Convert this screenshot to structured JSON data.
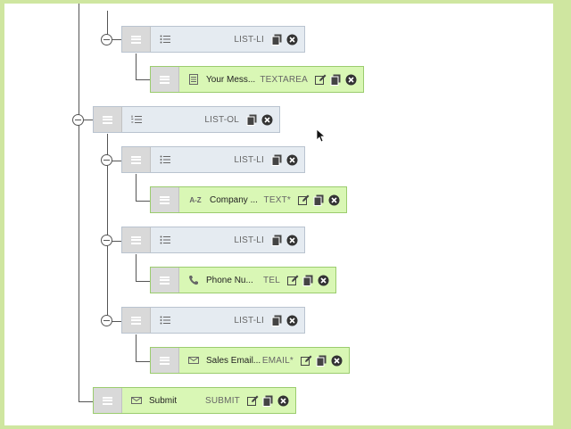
{
  "nodes": [
    {
      "kind": "LIST-LI",
      "label": "",
      "icon": "bullet-list-icon",
      "kind_class": "list"
    },
    {
      "kind": "TEXTAREA",
      "label": "Your Mess...",
      "icon": "textarea-icon",
      "kind_class": "field"
    },
    {
      "kind": "LIST-OL",
      "label": "",
      "icon": "ordered-list-icon",
      "kind_class": "list"
    },
    {
      "kind": "LIST-LI",
      "label": "",
      "icon": "bullet-list-icon",
      "kind_class": "list"
    },
    {
      "kind": "TEXT*",
      "label": "Company ...",
      "icon": "text-az-icon",
      "kind_class": "field",
      "icon_text": "A-Z"
    },
    {
      "kind": "LIST-LI",
      "label": "",
      "icon": "bullet-list-icon",
      "kind_class": "list"
    },
    {
      "kind": "TEL",
      "label": "Phone Nu...",
      "icon": "phone-icon",
      "kind_class": "field"
    },
    {
      "kind": "LIST-LI",
      "label": "",
      "icon": "bullet-list-icon",
      "kind_class": "list"
    },
    {
      "kind": "EMAIL*",
      "label": "Sales Email...",
      "icon": "envelope-icon",
      "kind_class": "field"
    },
    {
      "kind": "SUBMIT",
      "label": "Submit",
      "icon": "envelope-icon",
      "kind_class": "field"
    }
  ],
  "colors": {
    "background": "#cfe6a0",
    "list_node": "#e5ebf1",
    "field_node": "#d9f7b5",
    "handle": "#d9d9d9"
  }
}
